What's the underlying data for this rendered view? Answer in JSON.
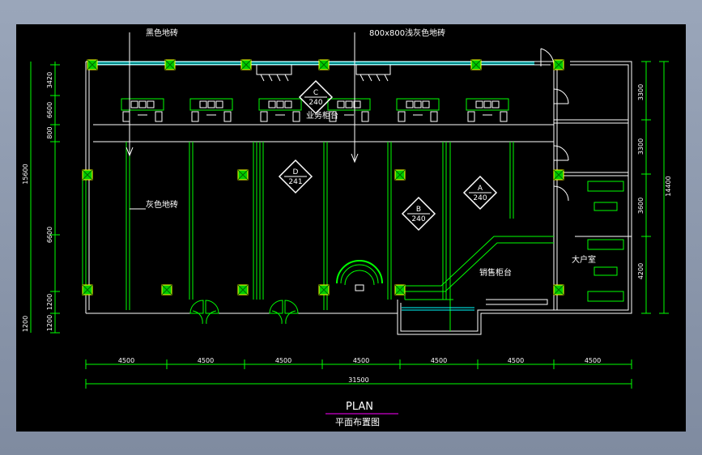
{
  "labels": {
    "black_tile": "黑色地砖",
    "floor_tile": "800x800浅灰色地砖",
    "gray_tile": "灰色地砖",
    "business_counter": "业务柜台",
    "sales_counter": "销售柜台",
    "vip_room": "大户室",
    "plan_title": "PLAN",
    "plan_subtitle": "平面布置图"
  },
  "markers": [
    {
      "letter": "C",
      "number": "240"
    },
    {
      "letter": "D",
      "number": "241"
    },
    {
      "letter": "B",
      "number": "240"
    },
    {
      "letter": "A",
      "number": "240"
    }
  ],
  "dims_bottom": [
    "4500",
    "4500",
    "4500",
    "4500",
    "4500",
    "4500",
    "4500"
  ],
  "dim_total": "31500",
  "dims_left_outer": [
    "15600",
    "1200"
  ],
  "dims_left_inner": [
    "3420",
    "6600",
    "800",
    "6600",
    "1200",
    "1200"
  ],
  "dims_right_inner": [
    "3300",
    "3300",
    "3600",
    "4200"
  ],
  "dims_right_outer": [
    "14400"
  ]
}
